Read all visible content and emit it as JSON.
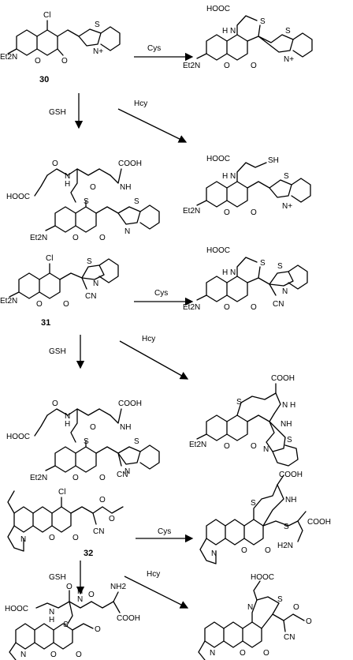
{
  "figure": {
    "rows": [
      {
        "compound": "30",
        "reagents": {
          "cys": "Cys",
          "hcy": "Hcy",
          "gsh": "GSH"
        },
        "start": {
          "labels": [
            "Cl",
            "Et2N",
            "O",
            "O",
            "S",
            "N+"
          ]
        },
        "cys_product": {
          "labels": [
            "HOOC",
            "S",
            "N",
            "H",
            "Et2N",
            "O",
            "O",
            "S",
            "N+"
          ]
        },
        "hcy_product": {
          "labels": [
            "HOOC",
            "SH",
            "N",
            "H",
            "Et2N",
            "O",
            "O",
            "S",
            "N+"
          ]
        },
        "gsh_product": {
          "labels": [
            "O",
            "N",
            "H",
            "O",
            "COOH",
            "NH",
            "HOOC",
            "S",
            "S",
            "N",
            "Et2N",
            "O",
            "O"
          ]
        }
      },
      {
        "compound": "31",
        "reagents": {
          "cys": "Cys",
          "hcy": "Hcy",
          "gsh": "GSH"
        },
        "start": {
          "labels": [
            "Cl",
            "S",
            "N",
            "CN",
            "Et2N",
            "O",
            "O"
          ]
        },
        "cys_product": {
          "labels": [
            "HOOC",
            "S",
            "N",
            "H",
            "S",
            "N",
            "CN",
            "Et2N",
            "O",
            "O"
          ]
        },
        "hcy_product": {
          "labels": [
            "COOH",
            "S",
            "N",
            "H",
            "NH",
            "Et2N",
            "O",
            "O",
            "N",
            "S"
          ]
        },
        "gsh_product": {
          "labels": [
            "O",
            "N",
            "H",
            "O",
            "COOH",
            "NH",
            "HOOC",
            "S",
            "S",
            "N",
            "CN",
            "Et2N",
            "O",
            "O"
          ]
        }
      },
      {
        "compound": "32",
        "reagents": {
          "cys": "Cys",
          "hcy": "Hcy",
          "gsh": "GSH"
        },
        "start": {
          "labels": [
            "Cl",
            "O",
            "O",
            "CN",
            "N",
            "O",
            "O"
          ]
        },
        "cys_product": {
          "labels": [
            "COOH",
            "S",
            "NH",
            "S",
            "COOH",
            "H2N",
            "N",
            "O",
            "O"
          ]
        },
        "hcy_product": {
          "labels": [
            "HOOC",
            "N",
            "S",
            "O",
            "O",
            "CN",
            "N",
            "O",
            "O"
          ]
        },
        "gsh_product": {
          "labels": [
            "HOOC",
            "N",
            "H",
            "O",
            "N",
            "H",
            "O",
            "NH2",
            "COOH",
            "S",
            "O",
            "N",
            "O",
            "O"
          ]
        }
      }
    ]
  }
}
